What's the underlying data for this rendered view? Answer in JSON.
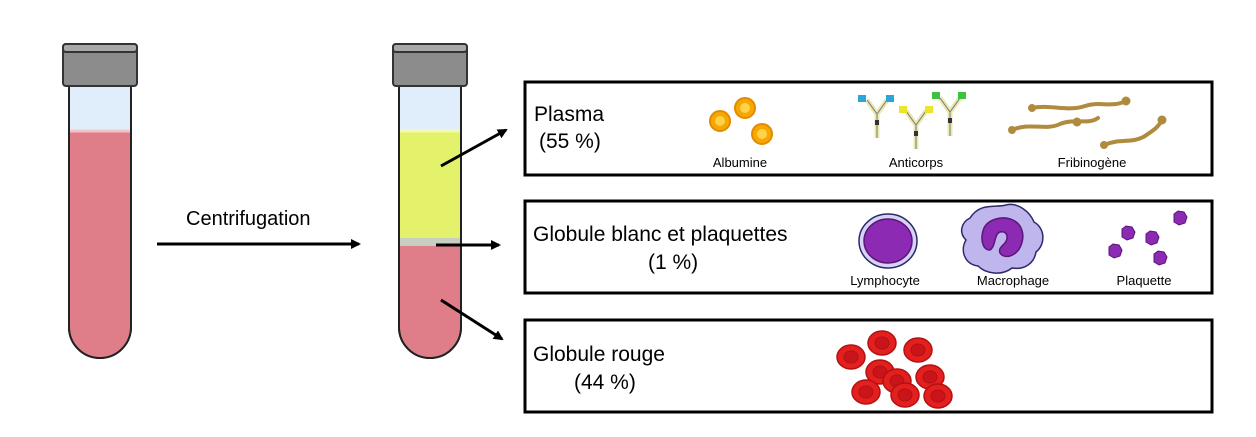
{
  "process": {
    "label": "Centrifugation"
  },
  "fractions": [
    {
      "title": "Plasma",
      "percent": "(55 %)",
      "items": [
        "Albumine",
        "Anticorps",
        "Fribinogène"
      ]
    },
    {
      "title": "Globule blanc et plaquettes",
      "percent": "(1 %)",
      "items": [
        "Lymphocyte",
        "Macrophage",
        "Plaquette"
      ]
    },
    {
      "title": "Globule rouge",
      "percent": "(44 %)",
      "items": []
    }
  ],
  "colors": {
    "blood": "#df7d88",
    "plasma": "#e3f26a",
    "buffy_coat": "#c9cfc0",
    "cap": "#8c8c8c",
    "glass": "#dfeefa",
    "albumin": "#f5a800",
    "fibrinogen": "#b08b3e",
    "leukocyte": "#8c2ab4",
    "macrophage_cytoplasm": "#bfb6ee",
    "erythrocyte": "#e3201f"
  },
  "icons": [
    "test-tube",
    "arrow",
    "albumin-molecule",
    "antibody",
    "fibrinogen-strand",
    "lymphocyte",
    "macrophage",
    "platelet",
    "red-blood-cell"
  ]
}
